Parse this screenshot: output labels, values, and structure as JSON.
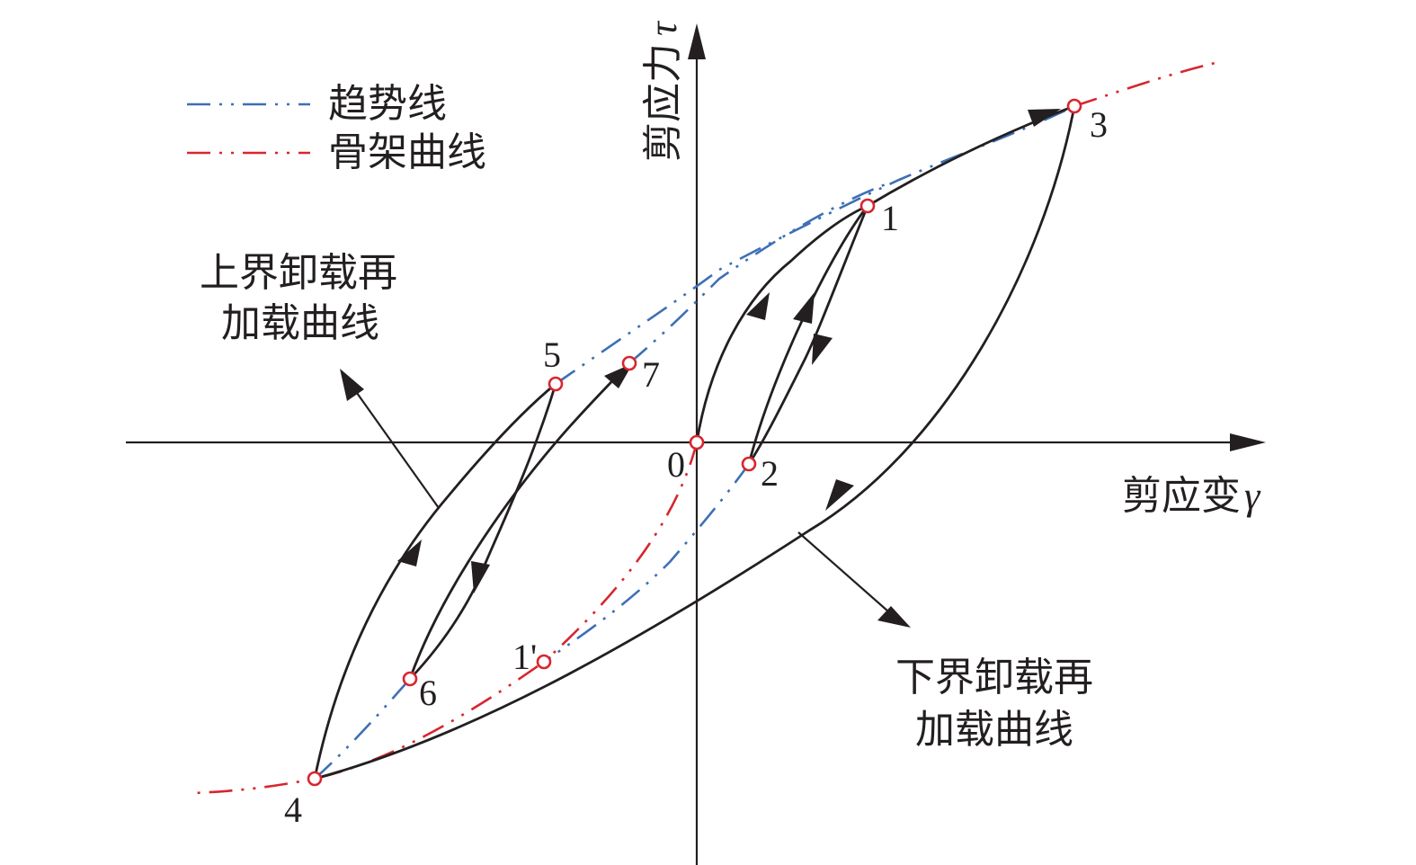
{
  "axes": {
    "x_label": "剪应变",
    "x_symbol": "γ",
    "y_label": "剪应力",
    "y_symbol": "τ",
    "origin_label": "0"
  },
  "legend": [
    {
      "label": "趋势线",
      "color": "#3e6fb5"
    },
    {
      "label": "骨架曲线",
      "color": "#d7262e"
    }
  ],
  "annotations": {
    "upper": [
      "上界卸载再",
      "加载曲线"
    ],
    "lower": [
      "下界卸载再",
      "加载曲线"
    ]
  },
  "points": [
    "1",
    "2",
    "3",
    "4",
    "5",
    "6",
    "7",
    "1'"
  ],
  "colors": {
    "ink": "#231f20",
    "skeleton": "#d7262e",
    "trend": "#3e6fb5"
  }
}
